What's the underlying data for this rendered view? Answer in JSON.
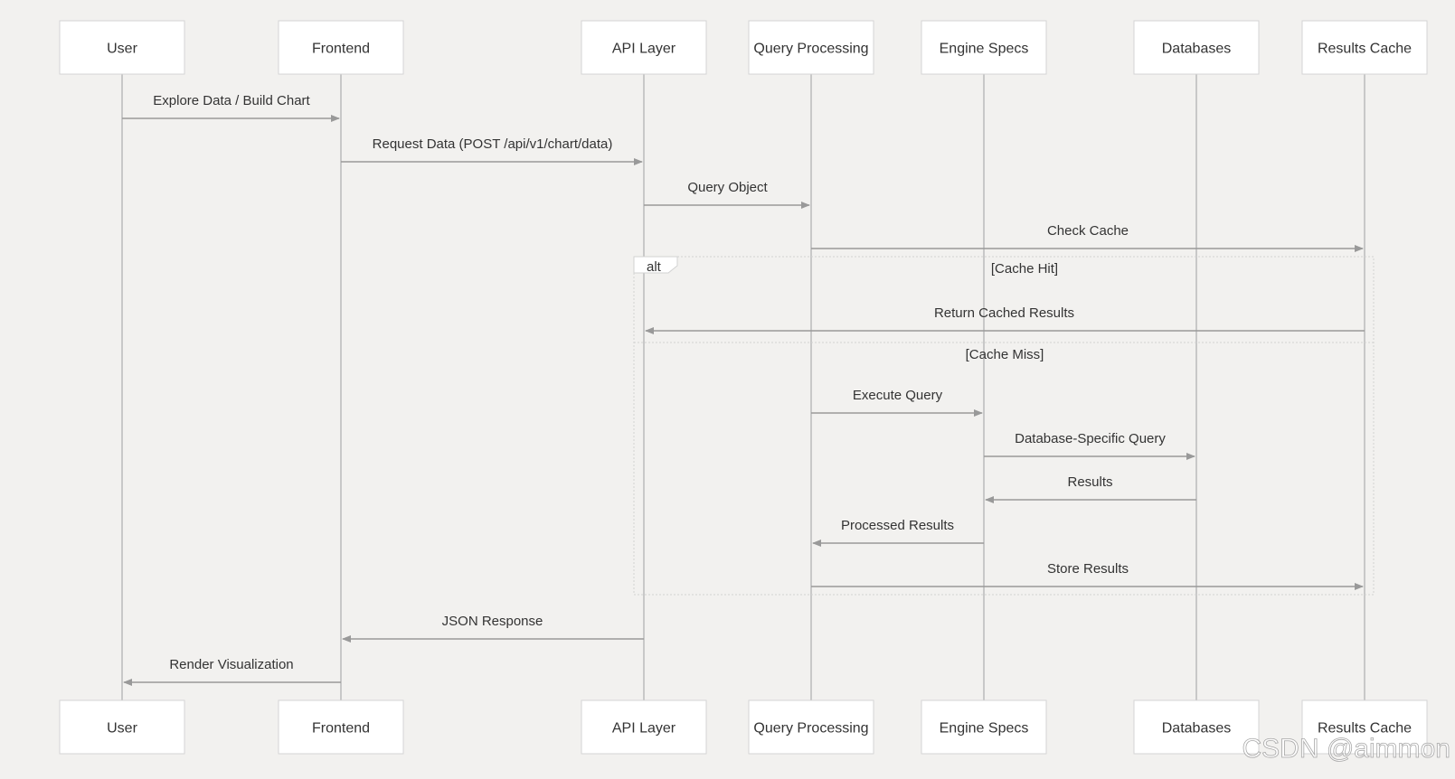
{
  "participants": [
    {
      "id": "user",
      "label": "User"
    },
    {
      "id": "frontend",
      "label": "Frontend"
    },
    {
      "id": "api",
      "label": "API Layer"
    },
    {
      "id": "qp",
      "label": "Query Processing"
    },
    {
      "id": "engine",
      "label": "Engine Specs"
    },
    {
      "id": "db",
      "label": "Databases"
    },
    {
      "id": "cache",
      "label": "Results Cache"
    }
  ],
  "messages": [
    {
      "from": "user",
      "to": "frontend",
      "label": "Explore Data / Build Chart"
    },
    {
      "from": "frontend",
      "to": "api",
      "label": "Request Data (POST /api/v1/chart/data)"
    },
    {
      "from": "api",
      "to": "qp",
      "label": "Query Object"
    },
    {
      "from": "qp",
      "to": "cache",
      "label": "Check Cache"
    },
    {
      "from": "cache",
      "to": "api",
      "label": "Return Cached Results"
    },
    {
      "from": "qp",
      "to": "engine",
      "label": "Execute Query"
    },
    {
      "from": "engine",
      "to": "db",
      "label": "Database-Specific Query"
    },
    {
      "from": "db",
      "to": "engine",
      "label": "Results"
    },
    {
      "from": "engine",
      "to": "qp",
      "label": "Processed Results"
    },
    {
      "from": "qp",
      "to": "cache",
      "label": "Store Results"
    },
    {
      "from": "api",
      "to": "frontend",
      "label": "JSON Response"
    },
    {
      "from": "frontend",
      "to": "user",
      "label": "Render Visualization"
    }
  ],
  "alt_frame": {
    "tag": "alt",
    "conditions": [
      "[Cache Hit]",
      "[Cache Miss]"
    ]
  },
  "watermark": "CSDN @aimmon",
  "colors": {
    "background": "#f2f1ef",
    "lifeline": "#c8c8c8",
    "arrow": "#999999",
    "box_border": "#d4d4d4"
  }
}
